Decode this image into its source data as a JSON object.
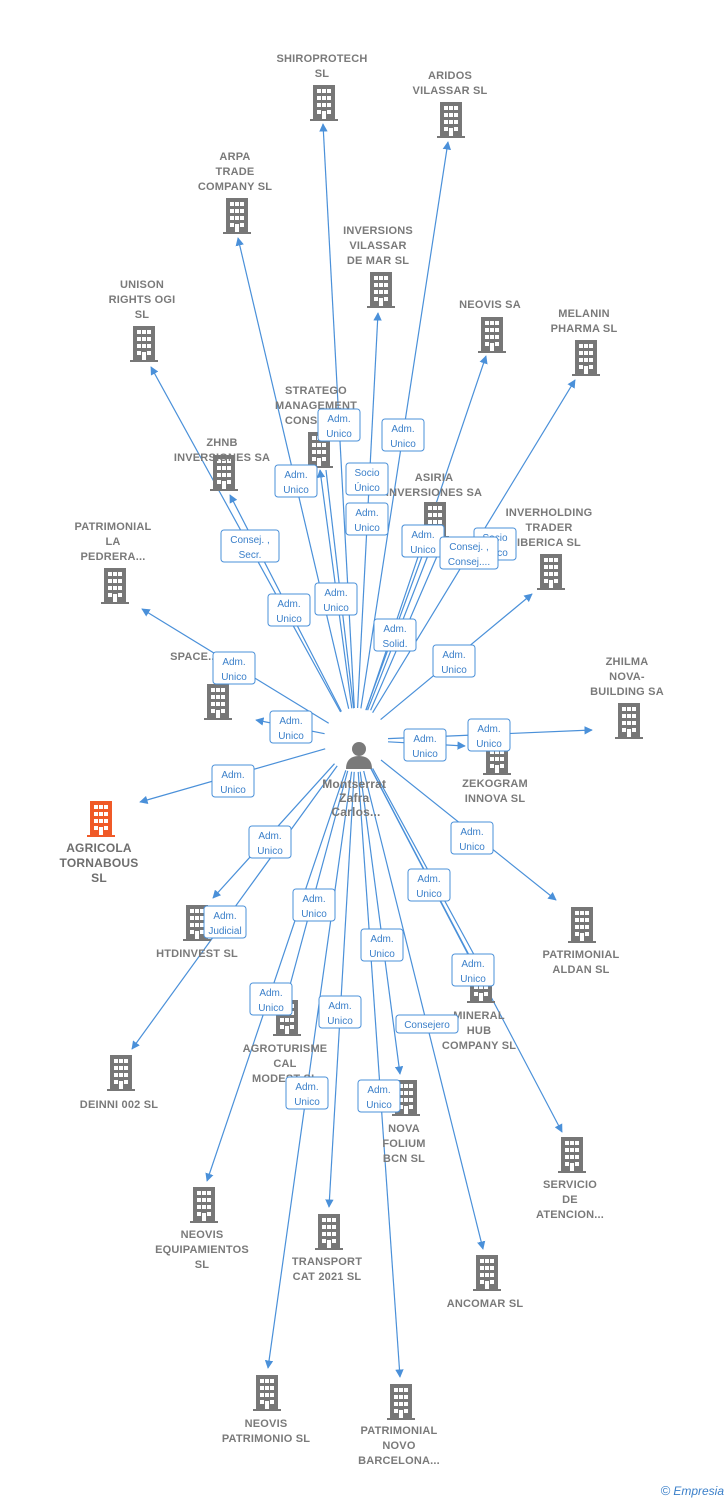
{
  "colors": {
    "edge": "#4a90d9",
    "company": "#777777",
    "highlight": "#f05a28",
    "person": "#7a7a7a"
  },
  "center": {
    "label": [
      "Montserrat",
      "Zafra",
      "Carlos..."
    ]
  },
  "nodes": [
    {
      "id": "shiroprotech",
      "label": [
        "SHIROPROTECH",
        "SL"
      ]
    },
    {
      "id": "aridos",
      "label": [
        "ARIDOS",
        "VILASSAR  SL"
      ]
    },
    {
      "id": "arpa",
      "label": [
        "ARPA",
        "TRADE",
        "COMPANY  SL"
      ]
    },
    {
      "id": "inversions",
      "label": [
        "INVERSIONS",
        "VILASSAR",
        "DE MAR  SL"
      ]
    },
    {
      "id": "neovis-sa",
      "label": [
        "NEOVIS SA"
      ]
    },
    {
      "id": "melanin",
      "label": [
        "MELANIN",
        "PHARMA  SL"
      ]
    },
    {
      "id": "unison",
      "label": [
        "UNISON",
        "RIGHTS OGI",
        "SL"
      ]
    },
    {
      "id": "stratego",
      "label": [
        "STRATEGO",
        "MANAGEMENT",
        "CONSULT..."
      ]
    },
    {
      "id": "zhnb",
      "label": [
        "ZHNB",
        "INVERSIONES SA"
      ]
    },
    {
      "id": "asiria",
      "label": [
        "ASIRIA",
        "INVERSIONES SA"
      ]
    },
    {
      "id": "inverholding",
      "label": [
        "INVERHOLDING",
        "TRADER",
        "IBERICA SL"
      ]
    },
    {
      "id": "patrimonial-pedrera",
      "label": [
        "PATRIMONIAL",
        "LA",
        "PEDRERA..."
      ]
    },
    {
      "id": "space",
      "label": [
        "SPACE..."
      ]
    },
    {
      "id": "zhilma",
      "label": [
        "ZHILMA",
        "NOVA-",
        "BUILDING SA"
      ]
    },
    {
      "id": "zekogram",
      "label": [
        "ZEKOGRAM",
        "INNOVA  SL"
      ]
    },
    {
      "id": "agricola",
      "label": [
        "AGRICOLA",
        "TORNABOUS",
        "SL"
      ]
    },
    {
      "id": "htdinvest",
      "label": [
        "HTDINVEST  SL"
      ]
    },
    {
      "id": "patrimonial-aldan",
      "label": [
        "PATRIMONIAL",
        "ALDAN SL"
      ]
    },
    {
      "id": "mineral",
      "label": [
        "MINERAL",
        "HUB",
        "COMPANY  SL"
      ]
    },
    {
      "id": "agroturisme",
      "label": [
        "AGROTURISME",
        "CAL",
        "MODEST  SL"
      ]
    },
    {
      "id": "deinni",
      "label": [
        "DEINNI 002  SL"
      ]
    },
    {
      "id": "nova-folium",
      "label": [
        "NOVA",
        "FOLIUM",
        "BCN  SL"
      ]
    },
    {
      "id": "servicio",
      "label": [
        "SERVICIO",
        "DE",
        "ATENCION..."
      ]
    },
    {
      "id": "neovis-equip",
      "label": [
        "NEOVIS",
        "EQUIPAMIENTOS",
        "SL"
      ]
    },
    {
      "id": "transport",
      "label": [
        "TRANSPORT",
        "CAT 2021  SL"
      ]
    },
    {
      "id": "ancomar",
      "label": [
        "ANCOMAR SL"
      ]
    },
    {
      "id": "neovis-patrimonio",
      "label": [
        "NEOVIS",
        "PATRIMONIO SL"
      ]
    },
    {
      "id": "patrimonial-novo",
      "label": [
        "PATRIMONIAL",
        "NOVO",
        "BARCELONA..."
      ]
    }
  ],
  "edge_labels": [
    {
      "target": "stratego",
      "text": [
        "Adm.",
        "Unico"
      ]
    },
    {
      "target": "inversions",
      "text": [
        "Adm.",
        "Unico"
      ]
    },
    {
      "target": "arpa",
      "text": [
        "Adm.",
        "Unico"
      ]
    },
    {
      "target": "aridos",
      "text": [
        "Socio",
        "Único"
      ]
    },
    {
      "target": "shiroprotech",
      "text": [
        "Adm.",
        "Unico"
      ]
    },
    {
      "target": "neovis-sa",
      "text": [
        "Adm.",
        "Unico"
      ]
    },
    {
      "target": "asiria",
      "text": [
        "Adm.",
        "Unico"
      ]
    },
    {
      "target": "melanin",
      "text": [
        "Socio",
        "Único"
      ]
    },
    {
      "target": "asiria",
      "text": [
        "Consej. ,",
        "Consej...."
      ]
    },
    {
      "target": "zhnb",
      "text": [
        "Consej. ,",
        "Secr."
      ]
    },
    {
      "target": "unison",
      "text": [
        "Adm.",
        "Unico"
      ]
    },
    {
      "target": "stratego",
      "text": [
        "Adm.",
        "Unico"
      ]
    },
    {
      "target": "asiria",
      "text": [
        "Adm.",
        "Solid."
      ]
    },
    {
      "target": "inverholding",
      "text": [
        "Adm.",
        "Unico"
      ]
    },
    {
      "target": "patrimonial-pedrera",
      "text": [
        "Adm.",
        "Unico"
      ]
    },
    {
      "target": "space",
      "text": [
        "Adm.",
        "Unico"
      ]
    },
    {
      "target": "zekogram",
      "text": [
        "Adm.",
        "Unico"
      ]
    },
    {
      "target": "zhilma",
      "text": [
        "Adm.",
        "Unico"
      ]
    },
    {
      "target": "agricola",
      "text": [
        "Adm.",
        "Unico"
      ]
    },
    {
      "target": "patrimonial-aldan",
      "text": [
        "Adm.",
        "Unico"
      ]
    },
    {
      "target": "htdinvest",
      "text": [
        "Adm.",
        "Unico"
      ]
    },
    {
      "target": "mineral",
      "text": [
        "Adm.",
        "Unico"
      ]
    },
    {
      "target": "deinni",
      "text": [
        "Adm.",
        "Judicial"
      ]
    },
    {
      "target": "agroturisme",
      "text": [
        "Adm.",
        "Unico"
      ]
    },
    {
      "target": "nova-folium",
      "text": [
        "Adm.",
        "Unico"
      ]
    },
    {
      "target": "servicio",
      "text": [
        "Adm.",
        "Unico"
      ]
    },
    {
      "target": "neovis-equip",
      "text": [
        "Adm.",
        "Unico"
      ]
    },
    {
      "target": "transport",
      "text": [
        "Adm.",
        "Unico"
      ]
    },
    {
      "target": "ancomar",
      "text": [
        "Consejero"
      ]
    },
    {
      "target": "neovis-patrimonio",
      "text": [
        "Adm.",
        "Unico"
      ]
    },
    {
      "target": "patrimonial-novo",
      "text": [
        "Adm.",
        "Unico"
      ]
    }
  ],
  "watermark": {
    "symbol": "©",
    "brand": "Empresia"
  }
}
